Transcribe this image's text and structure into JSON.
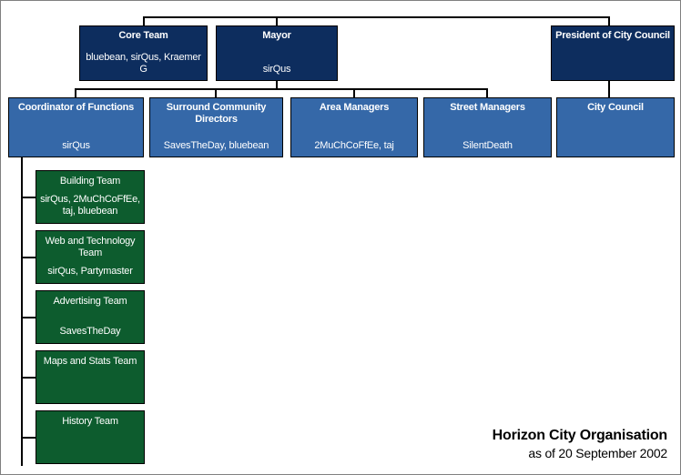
{
  "chart_data": {
    "type": "diagram",
    "title": "Horizon City Organisation",
    "subtitle": "as of 20 September 2002",
    "levels": [
      "executive",
      "department",
      "team"
    ]
  },
  "caption": {
    "title": "Horizon City Organisation",
    "subtitle": "as of 20 September 2002"
  },
  "colors": {
    "executive": "#0d2d5e",
    "department": "#3568a8",
    "team": "#0d5c2e",
    "line": "#000000",
    "text": "#ffffff",
    "canvas": "#ffffff"
  },
  "nodes": {
    "core_team": {
      "title": "Core Team",
      "members": "bluebean, sirQus, Kraemer G"
    },
    "mayor": {
      "title": "Mayor",
      "members": "sirQus"
    },
    "president": {
      "title": "President of City Council",
      "members": ""
    },
    "coordinator": {
      "title": "Coordinator of Functions",
      "members": "sirQus"
    },
    "surround": {
      "title": "Surround Community Directors",
      "members": "SavesTheDay, bluebean"
    },
    "area_managers": {
      "title": "Area Managers",
      "members": "2MuChCoFfEe, taj"
    },
    "street_managers": {
      "title": "Street Managers",
      "members": "SilentDeath"
    },
    "city_council": {
      "title": "City Council",
      "members": ""
    },
    "building_team": {
      "title": "Building Team",
      "members": "sirQus, 2MuChCoFfEe, taj, bluebean"
    },
    "web_team": {
      "title": "Web and Technology Team",
      "members": "sirQus, Partymaster"
    },
    "advertising_team": {
      "title": "Advertising Team",
      "members": "SavesTheDay"
    },
    "maps_team": {
      "title": "Maps and Stats Team",
      "members": ""
    },
    "history_team": {
      "title": "History Team",
      "members": ""
    }
  }
}
